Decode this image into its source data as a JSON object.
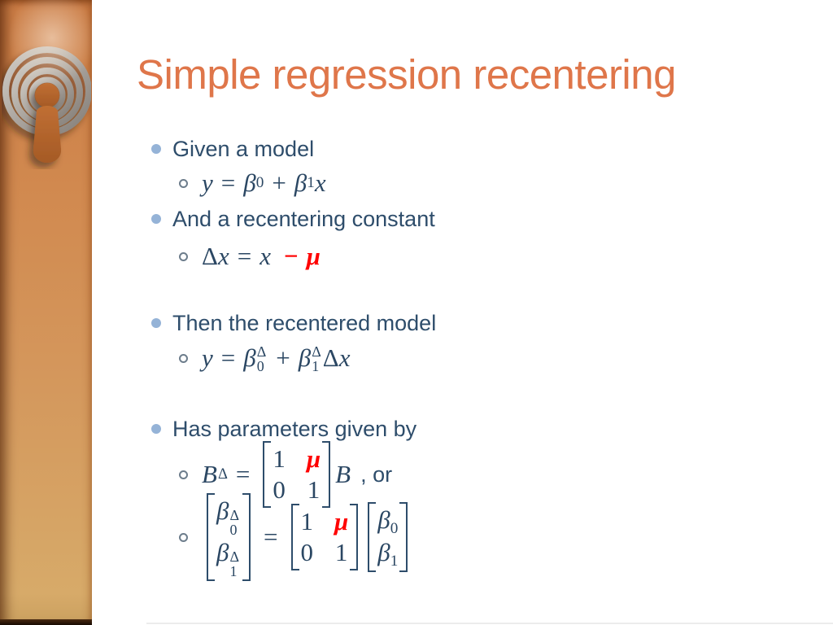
{
  "slide": {
    "title": "Simple regression recentering",
    "bullets": [
      {
        "label": "Given a model"
      },
      {
        "label": "And a recentering constant"
      },
      {
        "label": "Then the recentered model"
      },
      {
        "label": "Has parameters given by"
      }
    ],
    "formulas": {
      "given_model": "y = β₀ + β₁x",
      "recentering_constant": "Δx = x − μ",
      "recentered_model": "y = β₀^Δ + β₁^Δ Δx",
      "parameters_compact": "B^Δ = [[1, μ],[0, 1]] B , or",
      "parameters_expanded": "[β₀^Δ; β₁^Δ] = [[1, μ],[0, 1]] [β₀; β₁]"
    },
    "tokens": {
      "y": "y",
      "x": "x",
      "B": "B",
      "beta": "β",
      "mu": "μ",
      "Delta": "Δ",
      "eq": "=",
      "plus": "+",
      "minus": "−",
      "zero": "0",
      "one": "1",
      "comma_or": ", or"
    },
    "colors": {
      "title_orange": "#DF764A",
      "body_navy": "#2E4D6B",
      "highlight_red": "#FF0000",
      "bullet_blue": "#95B3D7",
      "sidebar_orange_top": "#CA7C45",
      "sidebar_orange_bottom": "#D7AA69"
    }
  }
}
